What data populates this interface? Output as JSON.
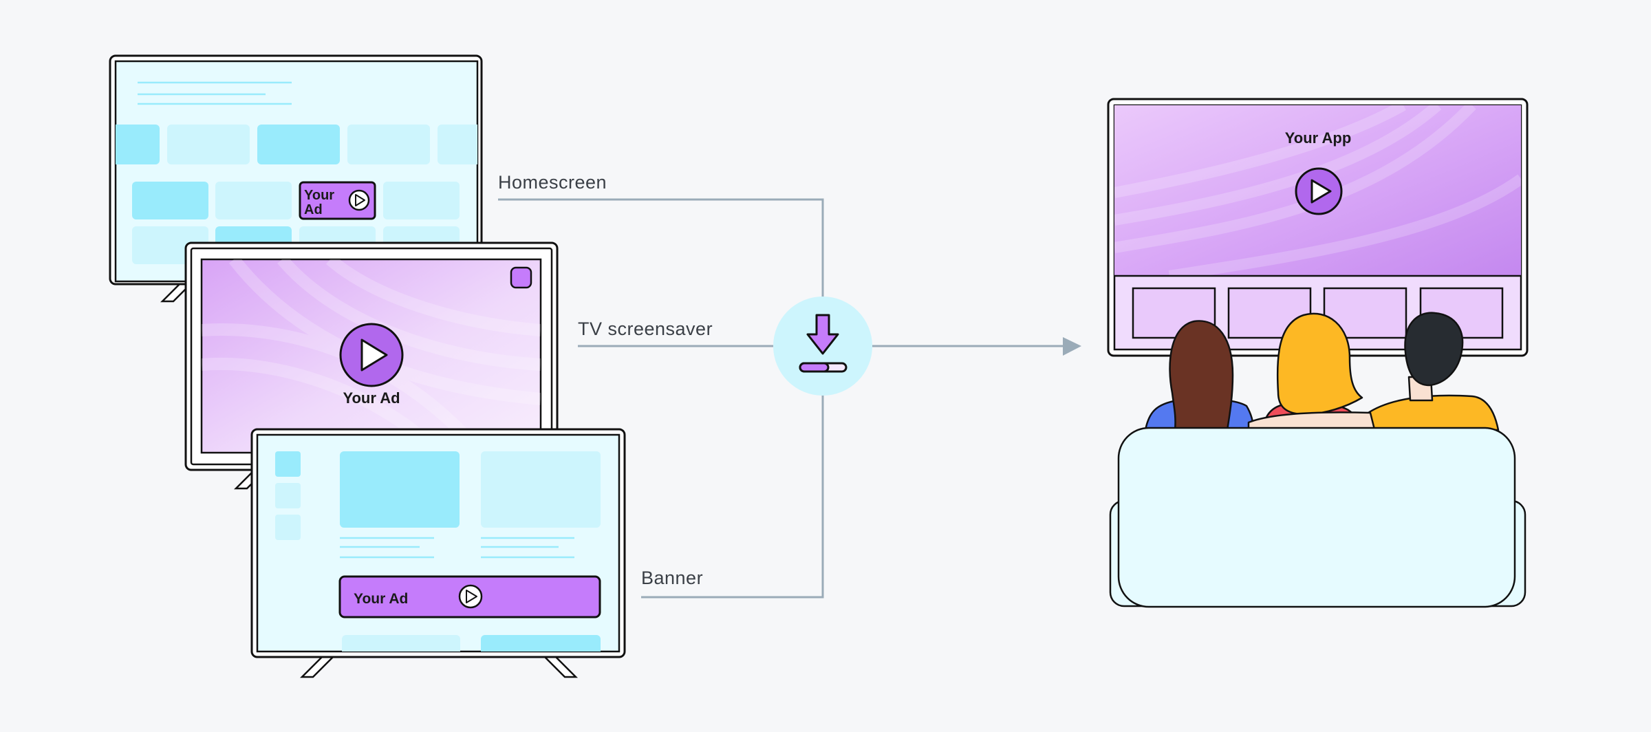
{
  "labels": {
    "homescreen": "Homescreen",
    "screensaver": "TV screensaver",
    "banner": "Banner"
  },
  "ads": {
    "homescreen_line1": "Your",
    "homescreen_line2": "Ad",
    "screensaver": "Your Ad",
    "banner": "Your Ad"
  },
  "app": {
    "title": "Your App"
  },
  "icons": {
    "center": "download-icon",
    "play": "play-icon",
    "arrow": "arrow-right-icon"
  },
  "colors": {
    "background": "#f6f7f9",
    "screen_cyan": "#e6fbff",
    "tile_cyan": "#99ebfc",
    "tile_light": "#cdf5fd",
    "purple": "#c57cfb",
    "purple_dark": "#a754e0",
    "connector": "#9aabb8",
    "download_bg": "#cdf5fd"
  }
}
